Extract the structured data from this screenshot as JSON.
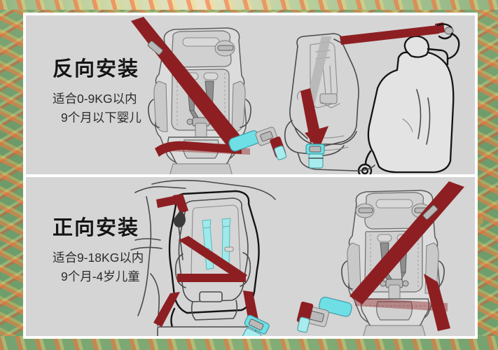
{
  "meta": {
    "background_color": "#6fa06d",
    "card_color": "#ffffff",
    "panel_color": "#d5d5d5",
    "belt_color": "#8d1f22",
    "buckle_color": "#6fdfe6",
    "title_color": "#141414"
  },
  "panels": [
    {
      "id": "rear-facing",
      "title": "反向安装",
      "lines": [
        "适合0-9KG以内",
        "9个月以下婴儿"
      ],
      "illustrations": [
        "front-view-rear-facing-seat",
        "side-view-rear-facing-seat-in-car-seat"
      ]
    },
    {
      "id": "forward-facing",
      "title": "正向安装",
      "lines": [
        "适合9-18KG以内",
        "9个月-4岁儿童"
      ],
      "illustrations": [
        "car-interior-forward-facing-seat",
        "front-view-forward-facing-seat"
      ]
    }
  ]
}
